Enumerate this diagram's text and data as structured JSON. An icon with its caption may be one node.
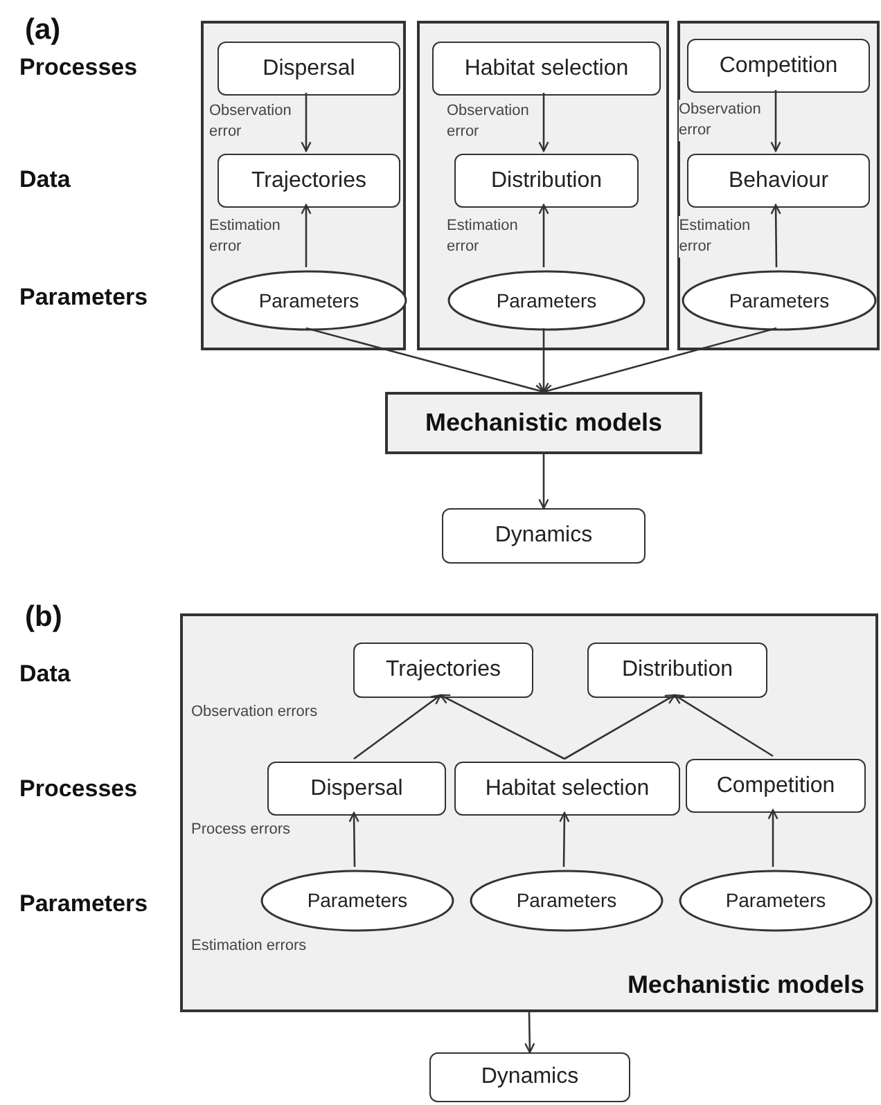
{
  "diagram": {
    "nodes": [
      {
        "text": [],
        "shape": "box"
      },
      {
        "text": [
          "Dispersal"
        ],
        "in": 0
      },
      {
        "text": [
          "Trajectories"
        ],
        "in": 0
      },
      {
        "text": [
          "Parameters"
        ],
        "in": 0
      },
      {
        "text": [],
        "shape": "box"
      },
      {
        "text": [
          "Habitat selection"
        ],
        "in": 4
      },
      {
        "text": [
          "Distribution"
        ],
        "in": 4
      },
      {
        "text": [
          "Parameters"
        ],
        "in": 4
      },
      {
        "text": [],
        "shape": "box"
      },
      {
        "text": [
          "Competition"
        ],
        "in": 8
      },
      {
        "text": [
          "Behaviour"
        ],
        "in": 8
      },
      {
        "text": [
          "Parameters"
        ],
        "in": 8
      },
      {
        "text": [
          "Mechanistic models"
        ]
      },
      {
        "text": [
          "Dynamics"
        ]
      },
      {
        "text": [
          "Mechanistic models"
        ]
      },
      {
        "text": [
          "Trajectories"
        ],
        "in": 14
      },
      {
        "text": [
          "Distribution"
        ],
        "in": 14
      },
      {
        "text": [
          "Dispersal"
        ],
        "in": 14
      },
      {
        "text": [
          "Habitat selection"
        ],
        "in": 14
      },
      {
        "text": [
          "Competition"
        ],
        "in": 14
      },
      {
        "text": [
          "Parameters"
        ],
        "in": 14
      },
      {
        "text": [
          "Parameters"
        ],
        "in": 14
      },
      {
        "text": [
          "Parameters"
        ],
        "in": 14
      },
      {
        "text": [
          "Dynamics"
        ]
      }
    ],
    "edges": [
      {
        "from": 1,
        "to": 2,
        "arrow": "to",
        "label": "Observation error"
      },
      {
        "from": 3,
        "to": 2,
        "arrow": "to",
        "label": "Estimation error"
      },
      {
        "from": 5,
        "to": 6,
        "arrow": "to",
        "label": "Observation error"
      },
      {
        "from": 7,
        "to": 6,
        "arrow": "to",
        "label": "Estimation error"
      },
      {
        "from": 9,
        "to": 10,
        "arrow": "to",
        "label": "Observation error"
      },
      {
        "from": 11,
        "to": 10,
        "arrow": "to",
        "label": "Estimation error"
      },
      {
        "from": 3,
        "to": 12,
        "arrow": "to"
      },
      {
        "from": 7,
        "to": 12,
        "arrow": "to"
      },
      {
        "from": 11,
        "to": 12,
        "arrow": "to"
      },
      {
        "from": 12,
        "to": 13,
        "arrow": "to"
      },
      {
        "from": 17,
        "to": 15,
        "arrow": "to"
      },
      {
        "from": 18,
        "to": 15,
        "arrow": "to"
      },
      {
        "from": 18,
        "to": 16,
        "arrow": "to"
      },
      {
        "from": 19,
        "to": 16,
        "arrow": "to"
      },
      {
        "from": 20,
        "to": 17,
        "arrow": "to"
      },
      {
        "from": 21,
        "to": 18,
        "arrow": "to"
      },
      {
        "from": 22,
        "to": 19,
        "arrow": "to"
      },
      {
        "from": 14,
        "to": 23,
        "arrow": "to"
      }
    ],
    "labels": [
      "(a)",
      "Processes",
      "Data",
      "Parameters",
      "(b)",
      "Data",
      "Processes",
      "Parameters",
      "Observation errors",
      "Process errors",
      "Estimation errors"
    ]
  }
}
